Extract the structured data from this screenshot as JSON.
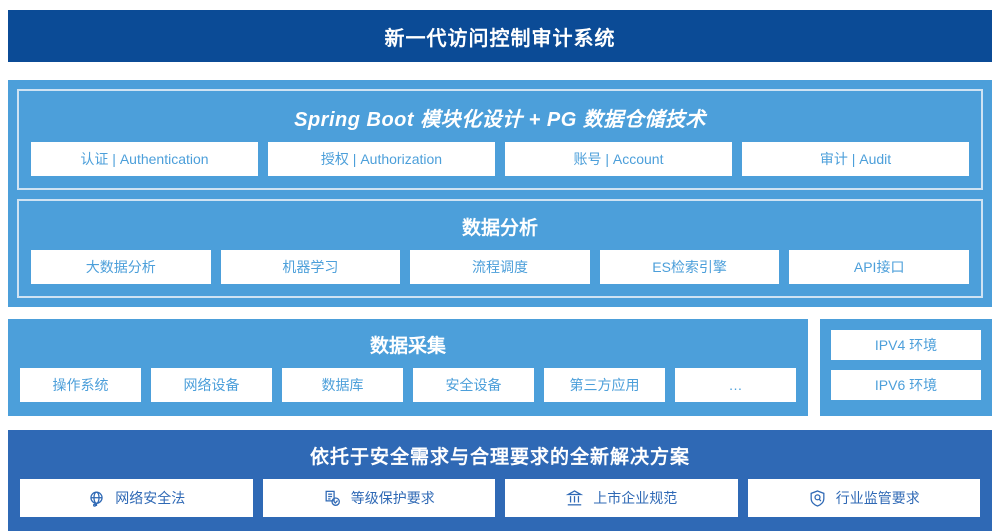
{
  "header": {
    "title": "新一代访问控制审计系统",
    "background_color": "#0b4b96"
  },
  "platform": {
    "background_color": "#4c9fda",
    "groups": [
      {
        "title": "Spring Boot 模块化设计 + PG 数据仓储技术",
        "chips": [
          {
            "label": "认证 | Authentication"
          },
          {
            "label": "授权 | Authorization"
          },
          {
            "label": "账号 | Account"
          },
          {
            "label": "审计 | Audit"
          }
        ]
      },
      {
        "title": "数据分析",
        "chips": [
          {
            "label": "大数据分析"
          },
          {
            "label": "机器学习"
          },
          {
            "label": "流程调度"
          },
          {
            "label": "ES检索引擎"
          },
          {
            "label": "API接口"
          }
        ]
      }
    ]
  },
  "collection": {
    "background_color": "#4c9fda",
    "title": "数据采集",
    "chips": [
      {
        "label": "操作系统"
      },
      {
        "label": "网络设备"
      },
      {
        "label": "数据库"
      },
      {
        "label": "安全设备"
      },
      {
        "label": "第三方应用"
      },
      {
        "label": "…"
      }
    ]
  },
  "environments": {
    "background_color": "#4c9fda",
    "chips": [
      {
        "label": "IPV4 环境"
      },
      {
        "label": "IPV6 环境"
      }
    ]
  },
  "solution": {
    "background_color": "#2f69b5",
    "title": "依托于安全需求与合理要求的全新解决方案",
    "chips": [
      {
        "label": "网络安全法",
        "icon": "globe-icon"
      },
      {
        "label": "等级保护要求",
        "icon": "document-check-icon"
      },
      {
        "label": "上市企业规范",
        "icon": "bank-icon"
      },
      {
        "label": "行业监管要求",
        "icon": "shield-search-icon"
      }
    ]
  }
}
